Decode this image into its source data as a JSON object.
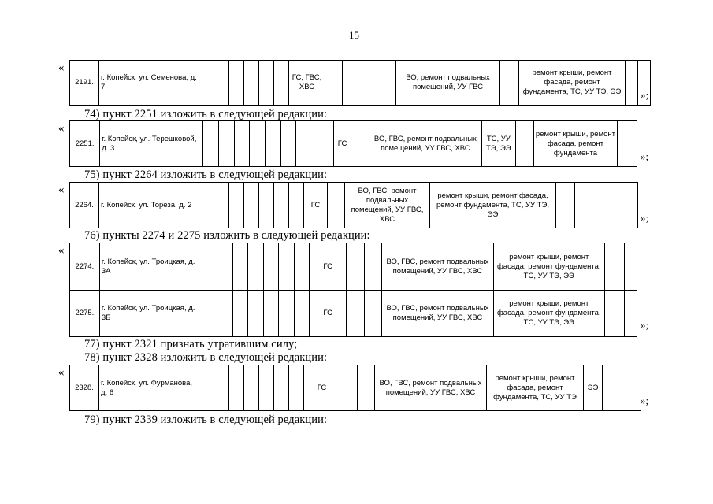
{
  "page": {
    "number": "15"
  },
  "quote_open": "«",
  "quote_close": "»;",
  "paragraphs": {
    "p74": "74) пункт 2251 изложить в следующей редакции:",
    "p75": "75) пункт 2264 изложить в следующей редакции:",
    "p76": "76) пункты 2274 и 2275 изложить в следующей редакции:",
    "p77": "77) пункт 2321 признать утратившим силу;",
    "p78": "78) пункт 2328 изложить в следующей редакции:",
    "p79": "79) пункт 2339 изложить в следующей редакции:"
  },
  "blocks": [
    {
      "rows": [
        {
          "num": "2191.",
          "addr": "г. Копейск, ул. Семенова, д. 7",
          "cells": [
            "",
            "",
            "",
            "",
            "",
            "",
            "ГС, ГВС, ХВС",
            "",
            "",
            "ВО, ремонт подвальных помещений, УУ ГВС",
            "",
            "ремонт крыши, ремонт фасада, ремонт фундамента, ТС, УУ ТЭ, ЭЭ",
            "",
            ""
          ]
        }
      ]
    },
    {
      "rows": [
        {
          "num": "2251.",
          "addr": "г. Копейск, ул. Терешковой, д. 3",
          "cells": [
            "",
            "",
            "",
            "",
            "",
            "",
            "",
            "ГС",
            "",
            "",
            "ВО, ГВС, ремонт подвальных помещений, УУ ГВС, ХВС",
            "ТС, УУ ТЭ, ЭЭ",
            "",
            "ремонт крыши, ремонт фасада, ремонт фундамента",
            ""
          ]
        }
      ]
    },
    {
      "rows": [
        {
          "num": "2264.",
          "addr": "г. Копейск, ул. Тореза, д. 2",
          "cells": [
            "",
            "",
            "",
            "",
            "",
            "",
            "",
            "ГС",
            "",
            "ВО, ГВС, ремонт подвальных помещений, УУ ГВС, ХВС",
            "ремонт крыши, ремонт фасада, ремонт фундамента, ТС, УУ ТЭ, ЭЭ",
            "",
            "",
            ""
          ]
        }
      ]
    },
    {
      "rows": [
        {
          "num": "2274.",
          "addr": "г. Копейск, ул. Троицкая, д. 3А",
          "cells": [
            "",
            "",
            "",
            "",
            "",
            "",
            "",
            "ГС",
            "",
            "",
            "ВО, ГВС, ремонт подвальных помещений, УУ ГВС, ХВС",
            "ремонт крыши, ремонт фасада, ремонт фундамента, ТС, УУ ТЭ, ЭЭ",
            "",
            ""
          ]
        },
        {
          "num": "2275.",
          "addr": "г. Копейск, ул. Троицкая, д. 3Б",
          "cells": [
            "",
            "",
            "",
            "",
            "",
            "",
            "",
            "ГС",
            "",
            "",
            "ВО, ГВС, ремонт подвальных помещений, УУ ГВС, ХВС",
            "ремонт крыши, ремонт фасада, ремонт фундамента, ТС, УУ ТЭ, ЭЭ",
            "",
            ""
          ]
        }
      ]
    },
    {
      "rows": [
        {
          "num": "2328.",
          "addr": "г. Копейск, ул. Фурманова, д. 6",
          "cells": [
            "",
            "",
            "",
            "",
            "",
            "",
            "",
            "ГС",
            "",
            "",
            "ВО, ГВС, ремонт подвальных помещений, УУ ГВС, ХВС",
            "ремонт крыши, ремонт фасада, ремонт фундамента, ТС, УУ ТЭ",
            "ЭЭ",
            "",
            ""
          ]
        }
      ]
    }
  ]
}
